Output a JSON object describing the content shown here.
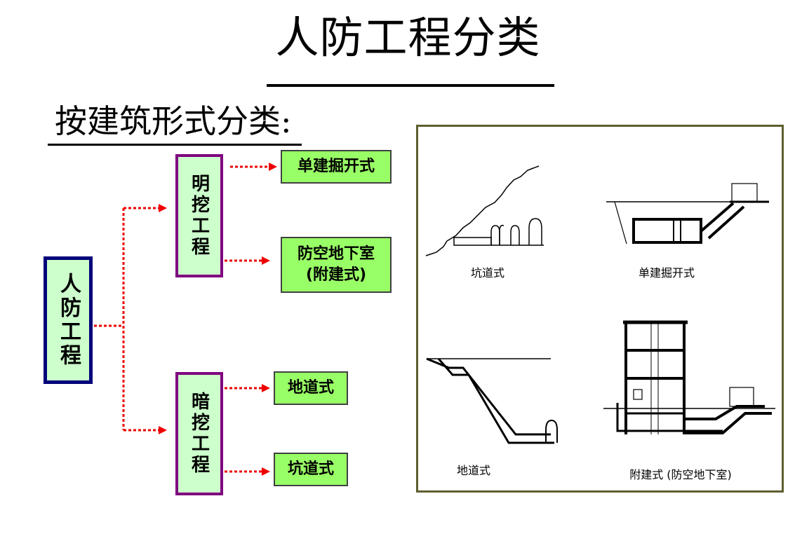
{
  "title": "人防工程分类",
  "subtitle": "按建筑形式分类:",
  "tree": {
    "root": "人防工程",
    "open_cut": {
      "label": "明挖工程",
      "leaf_single": "单建掘开式",
      "leaf_attached_line1": "防空地下室",
      "leaf_attached_line2": "(附建式)"
    },
    "dark_cut": {
      "label": "暗挖工程",
      "leaf_tunnel": "地道式",
      "leaf_gallery": "坑道式"
    }
  },
  "illustrations": {
    "gallery_caption": "坑道式",
    "single_caption": "单建掘开式",
    "tunnel_caption": "地道式",
    "attached_caption": "附建式 (防空地下室)"
  },
  "colors": {
    "root_border": "#00007a",
    "root_fill": "#ccffcc",
    "mid_border": "#800080",
    "mid_fill": "#ccffcc",
    "leaf_fill": "#99ff66",
    "connector": "#ee0000",
    "frame_border": "#5e5e30"
  }
}
